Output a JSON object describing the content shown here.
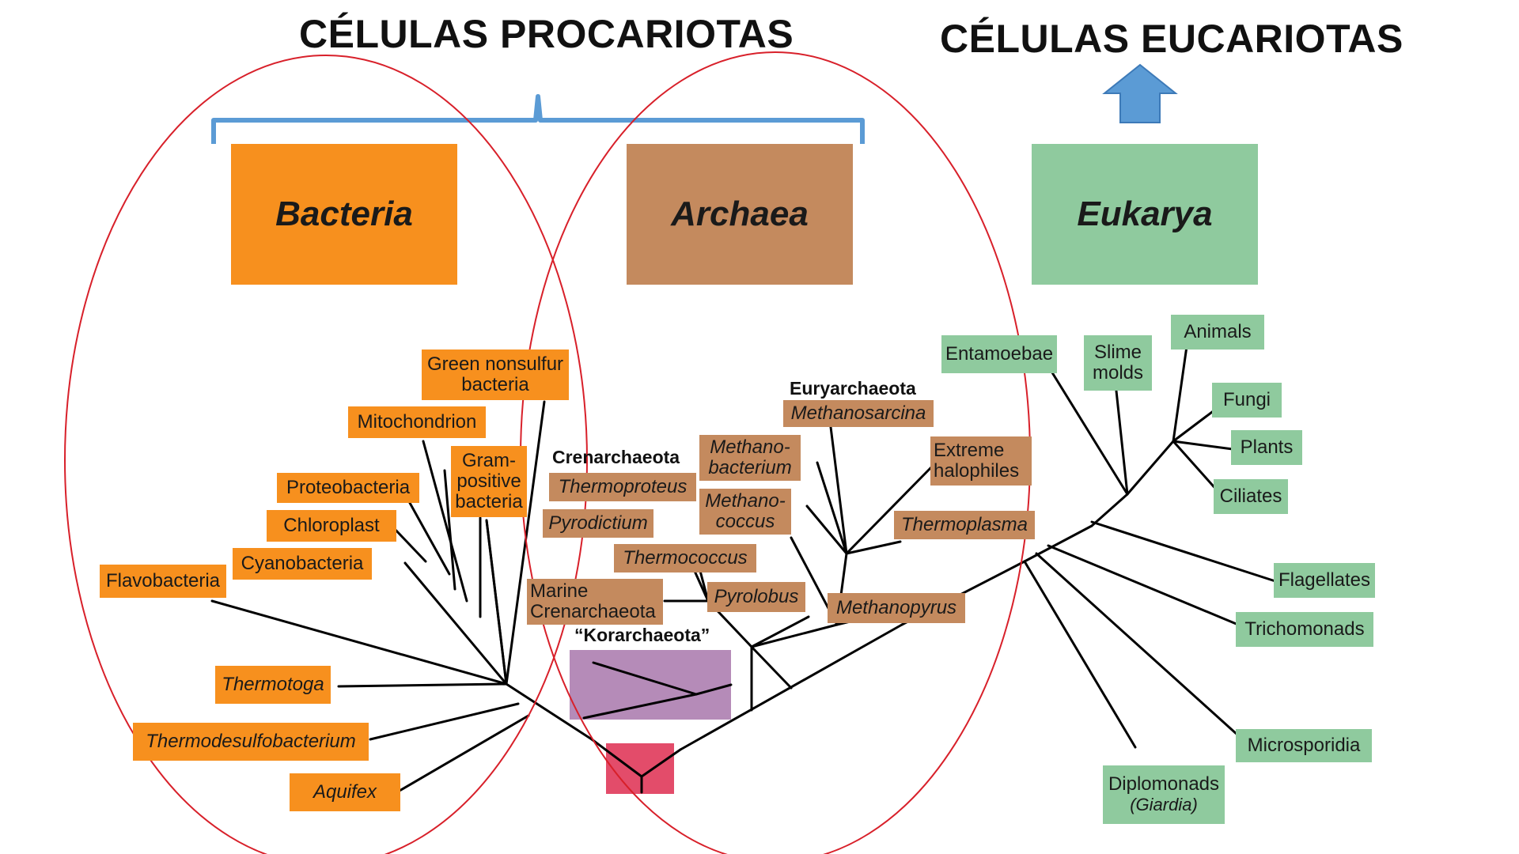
{
  "headings": {
    "prokaryotes": "CÉLULAS PROCARIOTAS",
    "eukaryotes": "CÉLULAS EUCARIOTAS"
  },
  "domains": {
    "bacteria": "Bacteria",
    "archaea": "Archaea",
    "eukarya": "Eukarya"
  },
  "bacteria_leaves": {
    "green_nonsulfur_1": "Green nonsulfur",
    "green_nonsulfur_2": "bacteria",
    "mitochondrion": "Mitochondrion",
    "gram_1": "Gram-",
    "gram_2": "positive",
    "gram_3": "bacteria",
    "proteobacteria": "Proteobacteria",
    "chloroplast": "Chloroplast",
    "cyanobacteria": "Cyanobacteria",
    "flavobacteria": "Flavobacteria",
    "thermotoga": "Thermotoga",
    "thermodesulfobacterium": "Thermodesulfobacterium",
    "aquifex": "Aquifex"
  },
  "archaea_groups": {
    "crenarchaeota": "Crenarchaeota",
    "euryarchaeota": "Euryarchaeota",
    "korarchaeota": "“Korarchaeota”"
  },
  "archaea_leaves": {
    "thermoproteus": "Thermoproteus",
    "pyrodictium": "Pyrodictium",
    "thermococcus": "Thermococcus",
    "marine_1": "Marine",
    "marine_2": "Crenarchaeota",
    "methanobacterium_1": "Methano-",
    "methanobacterium_2": "bacterium",
    "methanococcus_1": "Methano-",
    "methanococcus_2": "coccus",
    "pyrolobus": "Pyrolobus",
    "methanosarcina": "Methanosarcina",
    "extreme_halophiles_1": "Extreme",
    "extreme_halophiles_2": "halophiles",
    "thermoplasma": "Thermoplasma",
    "methanopyrus": "Methanopyrus"
  },
  "eukarya_leaves": {
    "entamoebae": "Entamoebae",
    "slime_molds_1": "Slime",
    "slime_molds_2": "molds",
    "animals": "Animals",
    "fungi": "Fungi",
    "plants": "Plants",
    "ciliates": "Ciliates",
    "flagellates": "Flagellates",
    "trichomonads": "Trichomonads",
    "microsporidia": "Microsporidia",
    "diplomonads_1": "Diplomonads",
    "diplomonads_2": "(Giardia)"
  },
  "colors": {
    "bacteria": "#f7901e",
    "archaea": "#c48a5e",
    "eukarya": "#8fca9e",
    "korarchaeota": "#b58bb8",
    "root": "#e34c6a",
    "bracket": "#5b9bd5",
    "ellipse": "#d8202a"
  }
}
